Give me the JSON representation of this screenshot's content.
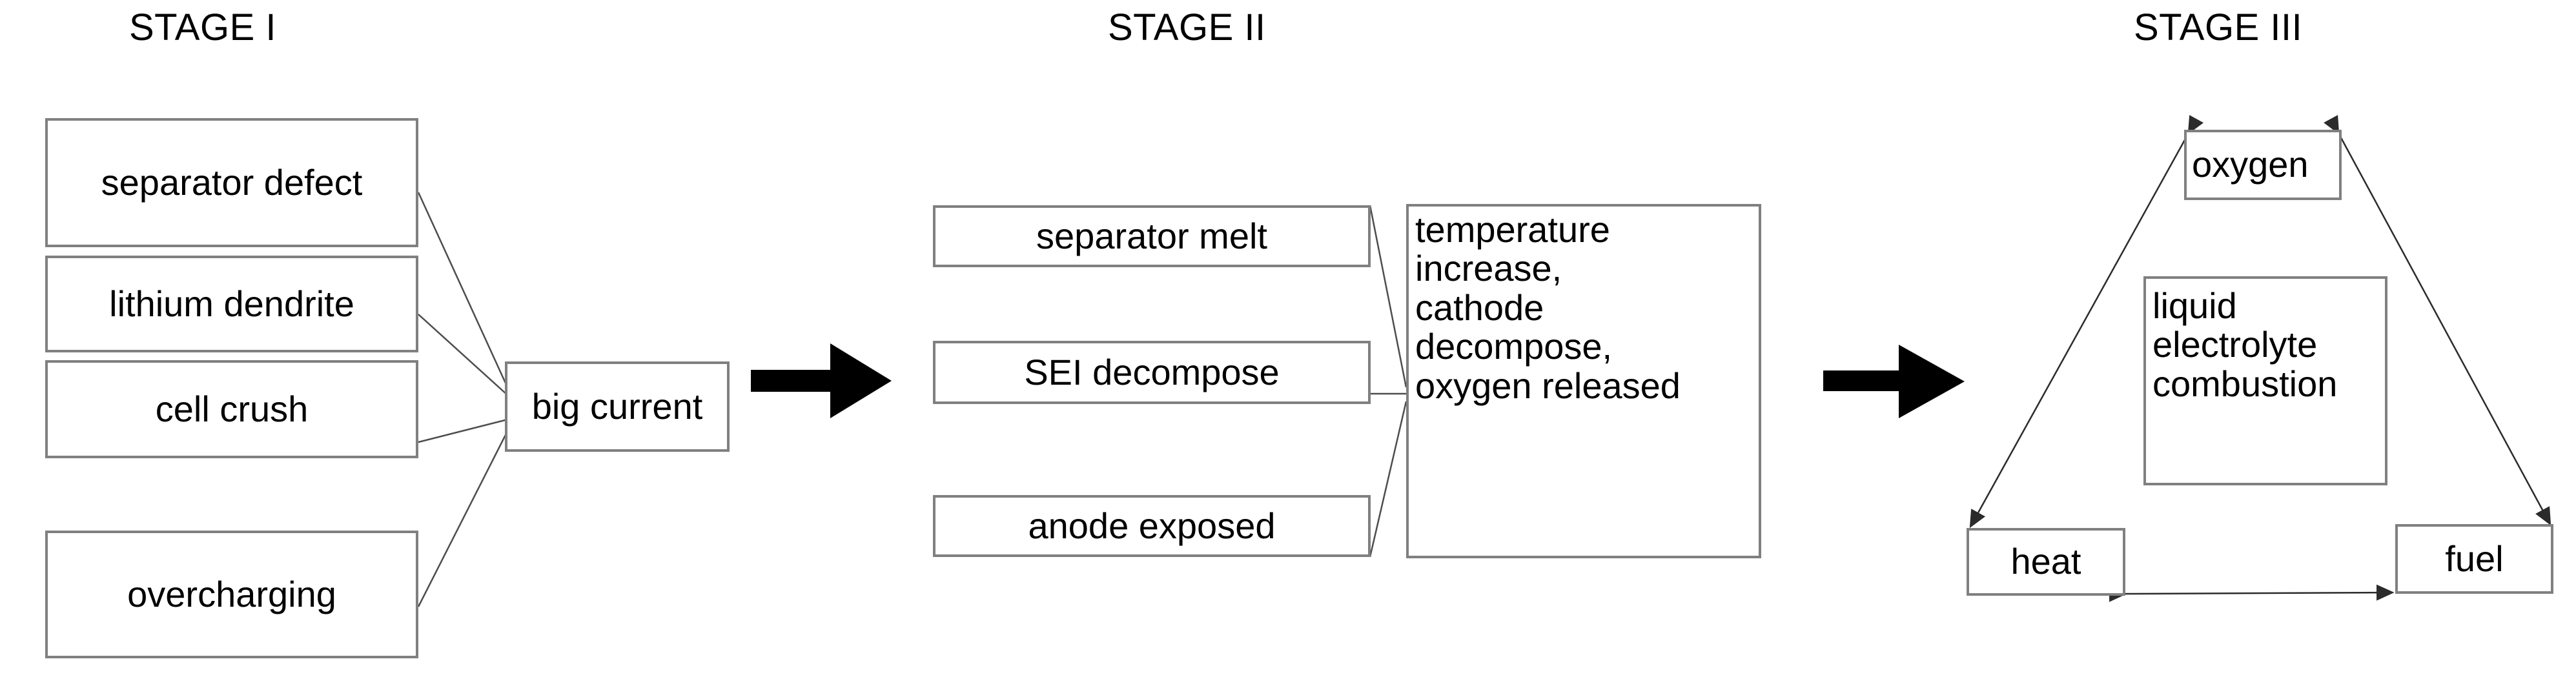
{
  "diagram": {
    "title_stage1": "STAGE I",
    "title_stage2": "STAGE II",
    "title_stage3": "STAGE III",
    "colors": {
      "box_border": "#808080",
      "connector": "#4d4d4d",
      "arrow_fill": "#000000",
      "text": "#000000",
      "background": "#ffffff"
    }
  },
  "stage1": {
    "title": "STAGE I",
    "causes": [
      {
        "label": "separator defect"
      },
      {
        "label": "lithium dendrite"
      },
      {
        "label": "cell crush"
      },
      {
        "label": "overcharging"
      }
    ],
    "result": {
      "label": "big current"
    }
  },
  "stage2": {
    "title": "STAGE II",
    "events": [
      {
        "label": "separator melt"
      },
      {
        "label": "SEI decompose"
      },
      {
        "label": "anode exposed"
      }
    ],
    "outcome": {
      "label": "temperature\nincrease,\ncathode\ndecompose,\noxygen released"
    }
  },
  "stage3": {
    "title": "STAGE III",
    "triangle": {
      "apex": {
        "label": "oxygen"
      },
      "center": {
        "label": "liquid\nelectrolyte\ncombustion"
      },
      "bottom_left": {
        "label": "heat"
      },
      "bottom_right": {
        "label": "fuel"
      }
    }
  },
  "transitions": [
    {
      "name": "stage1-to-stage2"
    },
    {
      "name": "stage2-to-stage3"
    }
  ]
}
